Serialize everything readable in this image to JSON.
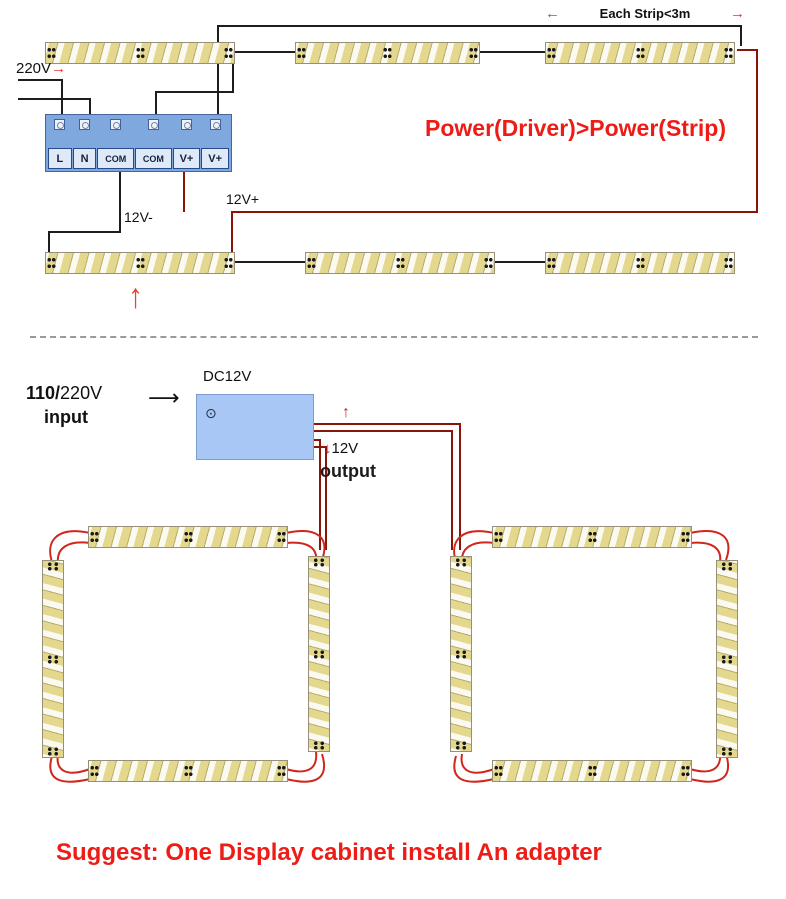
{
  "labels": {
    "each_strip": "Each Strip<3m",
    "mains": "220V",
    "power_note": "Power(Driver)>Power(Strip)",
    "v12_plus": "12V+",
    "v12_minus": "12V-",
    "dc12v": "DC12V",
    "input_bold": "110/",
    "input_rest": "220V",
    "input_word": "input",
    "v12": "12V",
    "output_word": "output",
    "suggestion": "Suggest: One Display cabinet install An adapter"
  },
  "driver": {
    "terminals": [
      "L",
      "N",
      "COM",
      "COM",
      "V+",
      "V+"
    ]
  },
  "icons": {
    "arrow_left": "←",
    "arrow_right": "→",
    "arrow_up": "↑",
    "arrow_down": "↓",
    "arrow_long_right": "⟶",
    "power_inlet": "⊙"
  },
  "colors": {
    "accent_red": "#ee1c16",
    "wire_black": "#1d1d1d",
    "wire_maroon": "#8b1408",
    "wire_red": "#d0261c",
    "driver_blue": "#7fa8de",
    "adapter_blue": "#a9c7f4",
    "led_chip": "#e3d88e"
  }
}
